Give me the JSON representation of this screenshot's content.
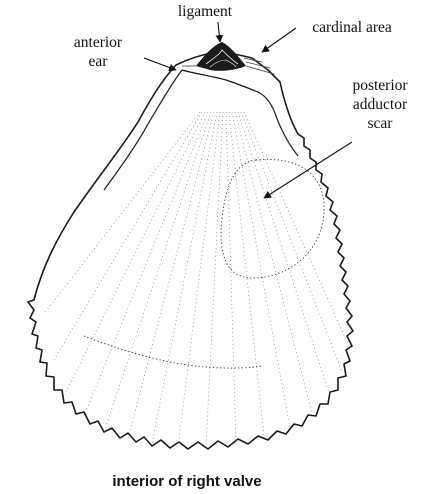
{
  "labels": {
    "ligament": "ligament",
    "cardinal_area": "cardinal area",
    "anterior_ear_line1": "anterior",
    "anterior_ear_line2": "ear",
    "posterior_line1": "posterior",
    "posterior_line2": "adductor",
    "posterior_line3": "scar"
  },
  "caption": "interior of right valve"
}
